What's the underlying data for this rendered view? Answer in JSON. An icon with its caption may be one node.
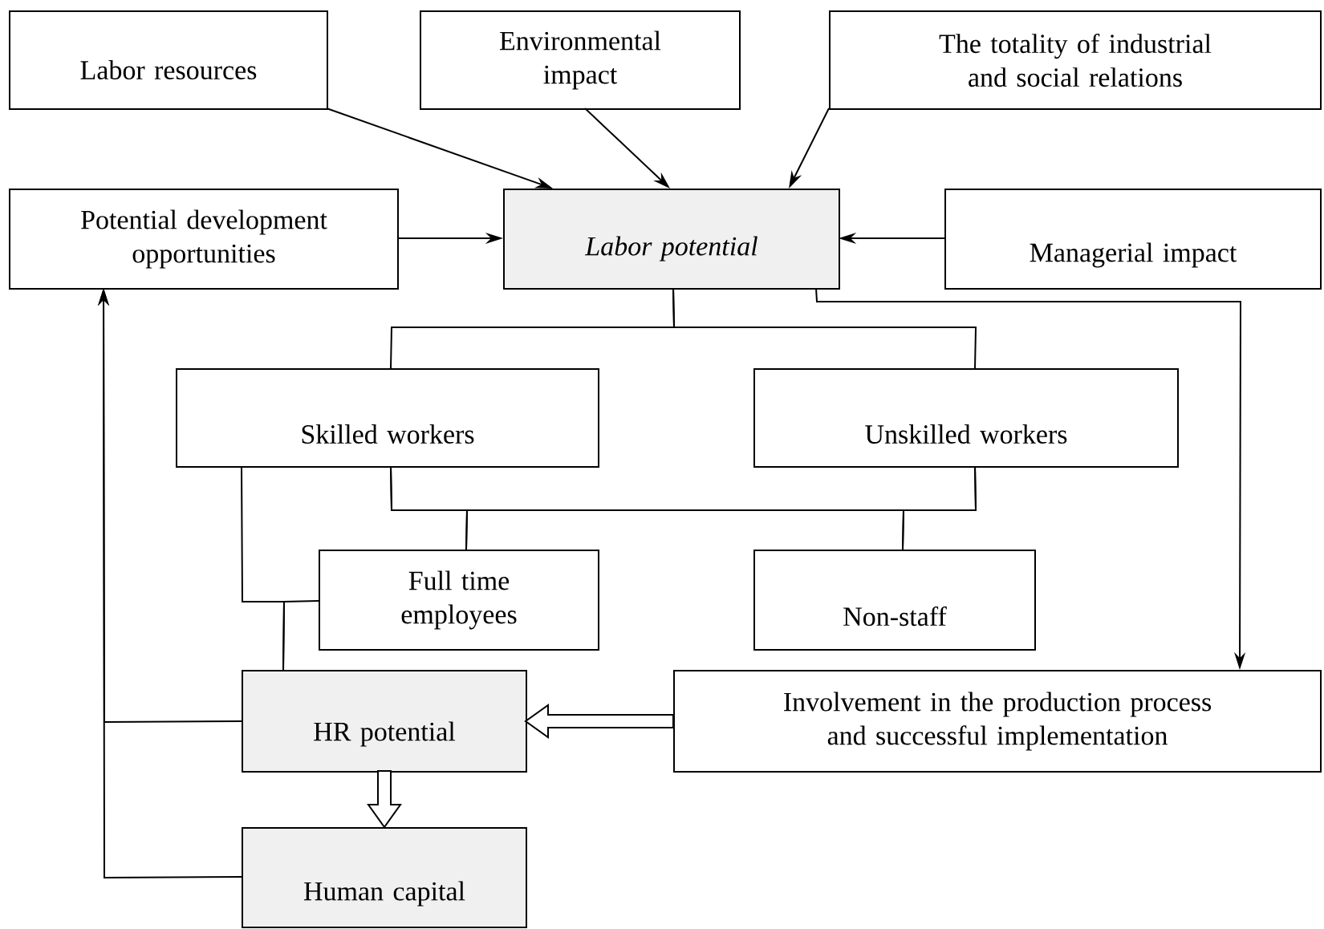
{
  "diagram": {
    "nodes": [
      {
        "text": [
          "Labor resources"
        ]
      },
      {
        "text": [
          "Environmental impact"
        ]
      },
      {
        "text": [
          "The totality of industrial and social relations"
        ]
      },
      {
        "text": [
          "Potential development opportunities"
        ]
      },
      {
        "text": [
          "Labor potential"
        ]
      },
      {
        "text": [
          "Managerial impact"
        ]
      },
      {
        "text": [
          "Skilled workers"
        ]
      },
      {
        "text": [
          "Unskilled workers"
        ]
      },
      {
        "text": [
          "Full time employees"
        ]
      },
      {
        "text": [
          "Non-staff"
        ]
      },
      {
        "text": [
          "HR potential"
        ]
      },
      {
        "text": [
          "Involvement in the production process and successful implementation"
        ]
      },
      {
        "text": [
          "Human capital"
        ]
      }
    ],
    "edges": [
      {
        "from": 0,
        "to": 4,
        "arrow": "to"
      },
      {
        "from": 1,
        "to": 4,
        "arrow": "to"
      },
      {
        "from": 2,
        "to": 4,
        "arrow": "to"
      },
      {
        "from": 3,
        "to": 4,
        "arrow": "to"
      },
      {
        "from": 5,
        "to": 4,
        "arrow": "to"
      },
      {
        "from": 4,
        "to": 6,
        "arrow": "none"
      },
      {
        "from": 4,
        "to": 7,
        "arrow": "none"
      },
      {
        "from": 6,
        "to": 8,
        "arrow": "none"
      },
      {
        "from": 7,
        "to": 8,
        "arrow": "none"
      },
      {
        "from": 6,
        "to": 9,
        "arrow": "none"
      },
      {
        "from": 7,
        "to": 9,
        "arrow": "none"
      },
      {
        "from": 6,
        "to": 10,
        "arrow": "none"
      },
      {
        "from": 8,
        "to": 10,
        "arrow": "none"
      },
      {
        "from": 4,
        "to": 11,
        "arrow": "to"
      },
      {
        "from": 11,
        "to": 10,
        "arrow": "to",
        "style": "thick"
      },
      {
        "from": 10,
        "to": 12,
        "arrow": "to",
        "style": "thick"
      },
      {
        "from": 10,
        "to": 3,
        "arrow": "to"
      },
      {
        "from": 12,
        "to": 3,
        "arrow": "to"
      }
    ]
  }
}
